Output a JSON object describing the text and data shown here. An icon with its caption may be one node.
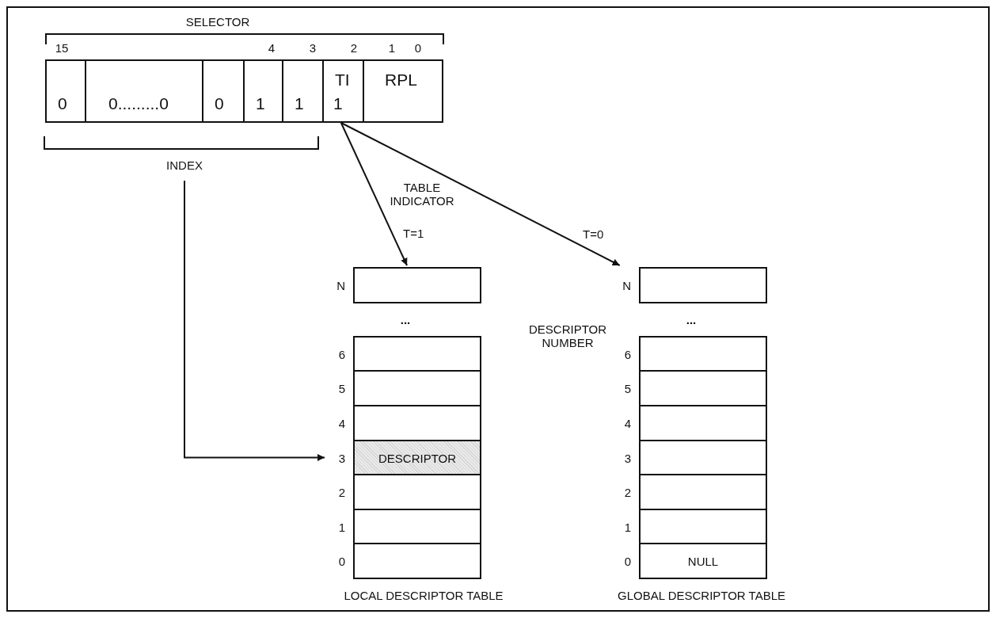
{
  "diagram": {
    "nodes": [
      {
        "text": [
          "0"
        ]
      },
      {
        "text": [
          "0.........0"
        ]
      },
      {
        "text": [
          "0"
        ]
      },
      {
        "text": [
          "1"
        ]
      },
      {
        "text": [
          "1"
        ]
      },
      {
        "text": [
          "TI",
          "1"
        ]
      },
      {
        "text": [
          "RPL"
        ]
      },
      {
        "text": [
          "INDEX"
        ]
      },
      {
        "text": [],
        "shape": "box",
        "beside": [
          "N"
        ]
      },
      {
        "text": [],
        "shape": "box",
        "beside": [
          "6"
        ]
      },
      {
        "text": [],
        "shape": "box",
        "beside": [
          "5"
        ]
      },
      {
        "text": [],
        "shape": "box",
        "beside": [
          "4"
        ]
      },
      {
        "text": [
          "DESCRIPTOR"
        ],
        "beside": [
          "3"
        ]
      },
      {
        "text": [],
        "shape": "box",
        "beside": [
          "2"
        ]
      },
      {
        "text": [],
        "shape": "box",
        "beside": [
          "1"
        ]
      },
      {
        "text": [],
        "shape": "box",
        "beside": [
          "0"
        ]
      },
      {
        "text": [],
        "shape": "box",
        "beside": [
          "N"
        ]
      },
      {
        "text": [],
        "shape": "box",
        "beside": [
          "6"
        ]
      },
      {
        "text": [],
        "shape": "box",
        "beside": [
          "5"
        ]
      },
      {
        "text": [],
        "shape": "box",
        "beside": [
          "4"
        ]
      },
      {
        "text": [],
        "shape": "box",
        "beside": [
          "3"
        ]
      },
      {
        "text": [],
        "shape": "box",
        "beside": [
          "2"
        ]
      },
      {
        "text": [],
        "shape": "box",
        "beside": [
          "1"
        ]
      },
      {
        "text": [
          "NULL"
        ],
        "beside": [
          "0"
        ]
      }
    ],
    "edges": [
      {
        "from": 5,
        "to": 8,
        "arrow": "to",
        "label": "T=1"
      },
      {
        "from": 5,
        "to": 16,
        "arrow": "to",
        "label": "T=0"
      },
      {
        "from": 7,
        "to": 12,
        "arrow": "to"
      }
    ],
    "labels": [
      "SELECTOR",
      "15",
      "4",
      "3",
      "2",
      "1",
      "0",
      "TABLE INDICATOR",
      "...",
      "DESCRIPTOR NUMBER",
      "...",
      "LOCAL DESCRIPTOR TABLE",
      "GLOBAL DESCRIPTOR TABLE"
    ]
  }
}
